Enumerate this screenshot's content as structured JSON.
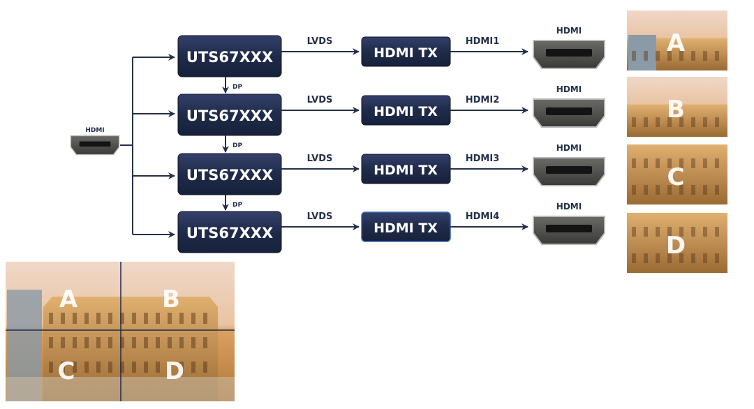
{
  "source": {
    "label": "HDMI"
  },
  "rows": [
    {
      "chip": "UTS67XXX",
      "link": "LVDS",
      "tx": "HDMI TX",
      "out": "HDMI1",
      "port": "HDMI",
      "tile": "A"
    },
    {
      "chip": "UTS67XXX",
      "link": "LVDS",
      "tx": "HDMI TX",
      "out": "HDMI2",
      "port": "HDMI",
      "tile": "B"
    },
    {
      "chip": "UTS67XXX",
      "link": "LVDS",
      "tx": "HDMI TX",
      "out": "HDMI3",
      "port": "HDMI",
      "tile": "C"
    },
    {
      "chip": "UTS67XXX",
      "link": "LVDS",
      "tx": "HDMI TX",
      "out": "HDMI4",
      "port": "HDMI",
      "tile": "D"
    }
  ],
  "dp_label": "DP",
  "full_image": {
    "quadrants": [
      "A",
      "B",
      "C",
      "D"
    ]
  },
  "colors": {
    "chip": "#1f2b4a",
    "line": "#243049",
    "port": "#4a4a48"
  }
}
